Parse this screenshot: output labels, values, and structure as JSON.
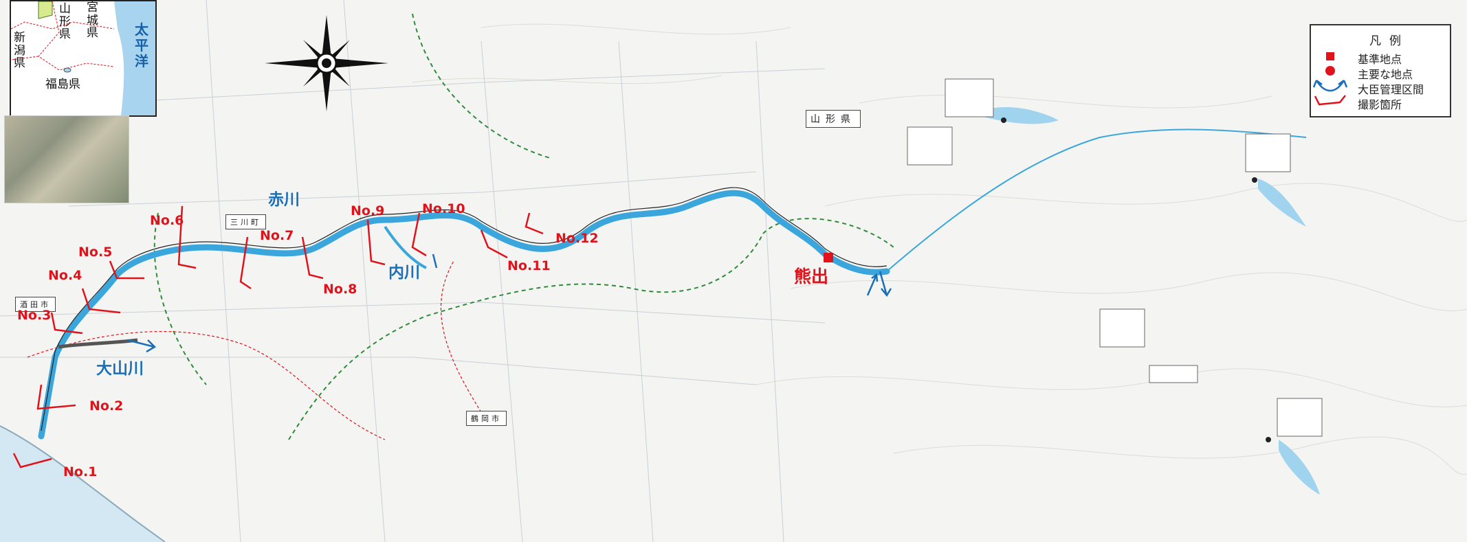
{
  "inset_map": {
    "prefectures": {
      "yamagata": "山形県",
      "miyagi": "宮城県",
      "niigata": "新潟県",
      "fukushima": "福島県"
    },
    "sea": "太平洋"
  },
  "legend": {
    "title": "凡例",
    "items": [
      "基準地点",
      "主要な地点",
      "大臣管理区間",
      "撮影箇所"
    ]
  },
  "place_boxes": {
    "sakata": "酒田市",
    "mikawa": "三川町",
    "tsuruoka": "鶴岡市",
    "yamagata": "山形県"
  },
  "rivers": {
    "akagawa": "赤川",
    "uchikawa": "内川",
    "oyamagawa": "大山川"
  },
  "base_point": "熊出",
  "photo_points": [
    "No.1",
    "No.2",
    "No.3",
    "No.4",
    "No.5",
    "No.6",
    "No.7",
    "No.8",
    "No.9",
    "No.10",
    "No.11",
    "No.12"
  ],
  "colors": {
    "river": "#3aa6dc",
    "marker": "#e0121b",
    "section_arrow": "#1a6fb8"
  }
}
